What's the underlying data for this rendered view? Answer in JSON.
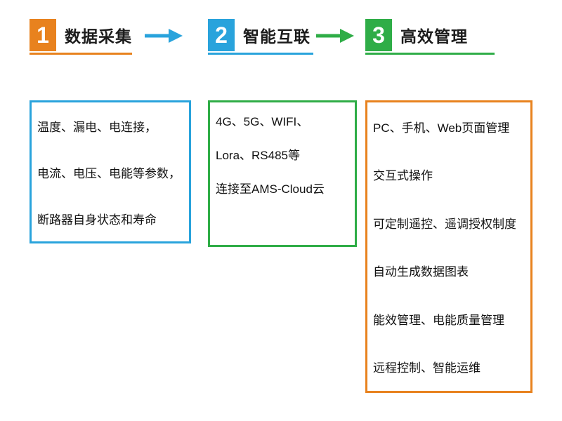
{
  "background": "#ffffff",
  "columns": [
    {
      "number": "1",
      "title": "数据采集",
      "number_bg": "#e8821e",
      "underline_color": "#e8821e",
      "box_border": "#29a3dc",
      "lines": [
        "温度、漏电、电连接，",
        "电流、电压、电能等参数，",
        "断路器自身状态和寿命"
      ]
    },
    {
      "number": "2",
      "title": "智能互联",
      "number_bg": "#29a3dc",
      "underline_color": "#29a3dc",
      "box_border": "#2fad47",
      "lines": [
        "4G、5G、WIFI、",
        "Lora、RS485等",
        "连接至AMS-Cloud云"
      ]
    },
    {
      "number": "3",
      "title": "高效管理",
      "number_bg": "#2fad47",
      "underline_color": "#2fad47",
      "box_border": "#e8821e",
      "lines": [
        "PC、手机、Web页面管理",
        "交互式操作",
        "可定制遥控、遥调授权制度",
        "自动生成数据图表",
        "能效管理、电能质量管理",
        "远程控制、智能运维"
      ]
    }
  ],
  "arrows": [
    {
      "symbol": "→",
      "color": "#29a3dc"
    },
    {
      "symbol": "→",
      "color": "#2fad47"
    }
  ]
}
